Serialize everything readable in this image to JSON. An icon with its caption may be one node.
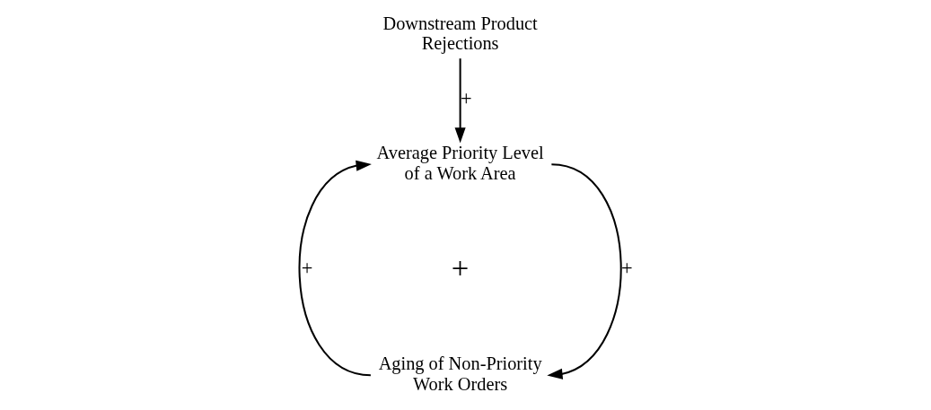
{
  "diagram": {
    "nodes": [
      {
        "text": [
          "Downstream Product Rejections"
        ]
      },
      {
        "text": [
          "Average Priority Level of a Work Area"
        ]
      },
      {
        "text": [
          "Aging of Non-Priority Work Orders"
        ]
      }
    ],
    "edges": [
      {
        "from": 0,
        "to": 1,
        "arrow": "to",
        "label": "+"
      },
      {
        "from": 1,
        "to": 2,
        "arrow": "to",
        "label": "+"
      },
      {
        "from": 2,
        "to": 1,
        "arrow": "to",
        "label": "+"
      }
    ],
    "labels": [
      "+"
    ]
  }
}
